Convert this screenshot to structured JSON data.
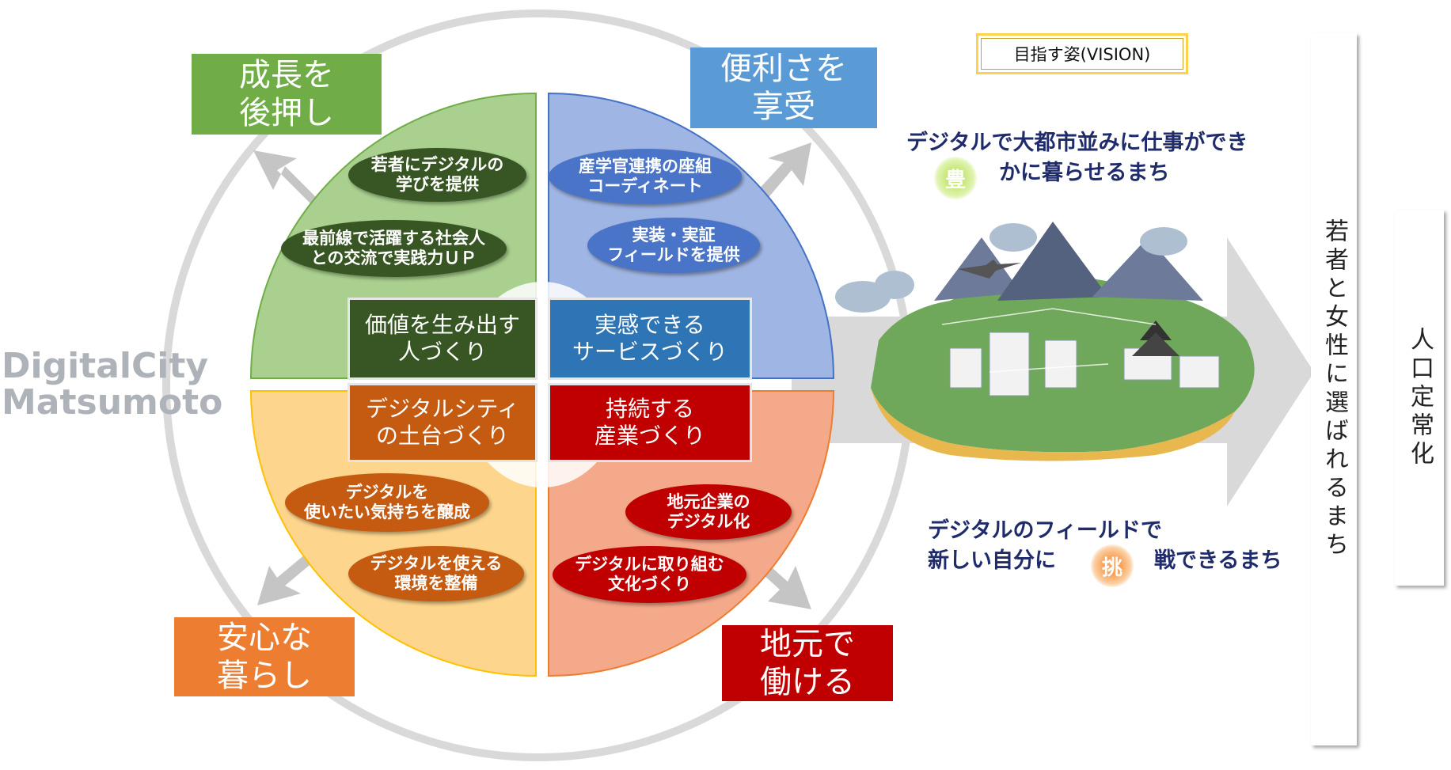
{
  "logo": {
    "line1": "DigitalCity",
    "line2": "Matsumoto"
  },
  "goals": {
    "top_left": "成長を\n後押し",
    "top_right": "便利さを\n享受",
    "bottom_left": "安心な\n暮らし",
    "bottom_right": "地元で\n働ける"
  },
  "core": {
    "top_left": "価値を生み出す\n人づくり",
    "top_right": "実感できる\nサービスづくり",
    "bottom_left": "デジタルシティ\nの土台づくり",
    "bottom_right": "持続する\n産業づくり"
  },
  "initiatives": {
    "q1_a": "若者にデジタルの\n学びを提供",
    "q1_b": "最前線で活躍する社会人\nとの交流で実践力ＵＰ",
    "q2_a": "産学官連携の座組\nコーディネート",
    "q2_b": "実装・実証\nフィールドを提供",
    "q3_a": "デジタルを\n使いたい気持ちを醸成",
    "q3_b": "デジタルを使える\n環境を整備",
    "q4_a": "地元企業の\nデジタル化",
    "q4_b": "デジタルに取り組む\n文化づくり"
  },
  "vision": {
    "label": "目指す姿(VISION)",
    "line1": "デジタルで大都市並みに仕事ができ",
    "line2_pre": "",
    "badge1": "豊",
    "line2": "かに暮らせるまち",
    "line3": "デジタルのフィールドで",
    "line4_pre": "新しい自分に",
    "badge2": "挑",
    "line4_post": "戦できるまち"
  },
  "outcome1": "若者と女性に選ばれるまち",
  "outcome2": "人口定常化",
  "colors": {
    "green": "#70ad47",
    "blue": "#5b9bd5",
    "orange": "#ed7d31",
    "red": "#c00000"
  }
}
